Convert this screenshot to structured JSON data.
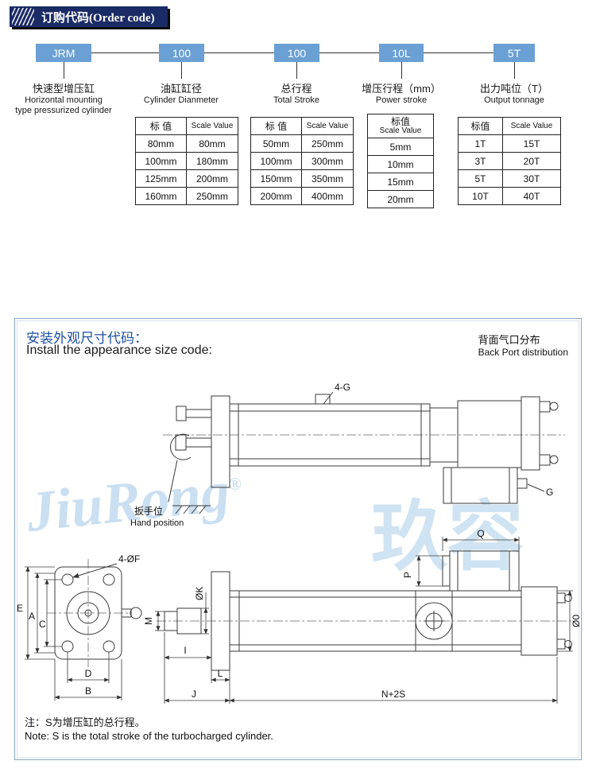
{
  "header": {
    "title": "订购代码(Order code)"
  },
  "order_code": {
    "boxes": [
      "JRM",
      "100",
      "100",
      "10L",
      "5T"
    ],
    "groups": [
      {
        "cn": "快速型增压缸",
        "en1": "Horizontal mounting",
        "en2": "type pressurized cylinder"
      },
      {
        "cn": "油缸缸径",
        "en": "Cylinder Dianmeter"
      },
      {
        "cn": "总行程",
        "en": "Total Stroke"
      },
      {
        "cn": "增压行程（mm）",
        "en": "Power stroke"
      },
      {
        "cn": "出力吨位（T）",
        "en": "Output tonnage"
      }
    ],
    "tables": {
      "diameter": {
        "headers": [
          "标 值",
          "Scale Value"
        ],
        "rows": [
          [
            "80mm",
            "80mm"
          ],
          [
            "100mm",
            "180mm"
          ],
          [
            "125mm",
            "200mm"
          ],
          [
            "160mm",
            "250mm"
          ]
        ]
      },
      "stroke": {
        "headers": [
          "标 值",
          "Scale Value"
        ],
        "rows": [
          [
            "50mm",
            "250mm"
          ],
          [
            "100mm",
            "300mm"
          ],
          [
            "150mm",
            "350mm"
          ],
          [
            "200mm",
            "400mm"
          ]
        ]
      },
      "power": {
        "header_cn": "标值",
        "header_en": "Scale Value",
        "rows": [
          "5mm",
          "10mm",
          "15mm",
          "20mm"
        ]
      },
      "tonnage": {
        "headers": [
          "标值",
          "Scale Value"
        ],
        "rows": [
          [
            "1T",
            "15T"
          ],
          [
            "3T",
            "20T"
          ],
          [
            "5T",
            "30T"
          ],
          [
            "10T",
            "40T"
          ]
        ]
      }
    }
  },
  "install": {
    "title_cn": "安装外观尺寸代码：",
    "title_en": "Install the appearance size code:",
    "back_port_cn": "背面气口分布",
    "back_port_en": "Back Port distribution",
    "watermark": {
      "latin": "JiuRong",
      "reg": "®",
      "cn": "玖容"
    },
    "labels": {
      "four_g": "4-G",
      "g": "G",
      "hand_cn": "扳手位",
      "hand_en": "Hand position",
      "four_f": "4-ØF",
      "e": "E",
      "a": "A",
      "c": "C",
      "d": "D",
      "b": "B",
      "m": "M",
      "i": "I",
      "l": "L",
      "j": "J",
      "n2s": "N+2S",
      "ok": "ØK",
      "p": "P",
      "q": "Q",
      "o0": "Ø0"
    },
    "note_cn": "注：S为增压缸的总行程。",
    "note_en": "Note: S is the total stroke of the turbocharged cylinder."
  }
}
